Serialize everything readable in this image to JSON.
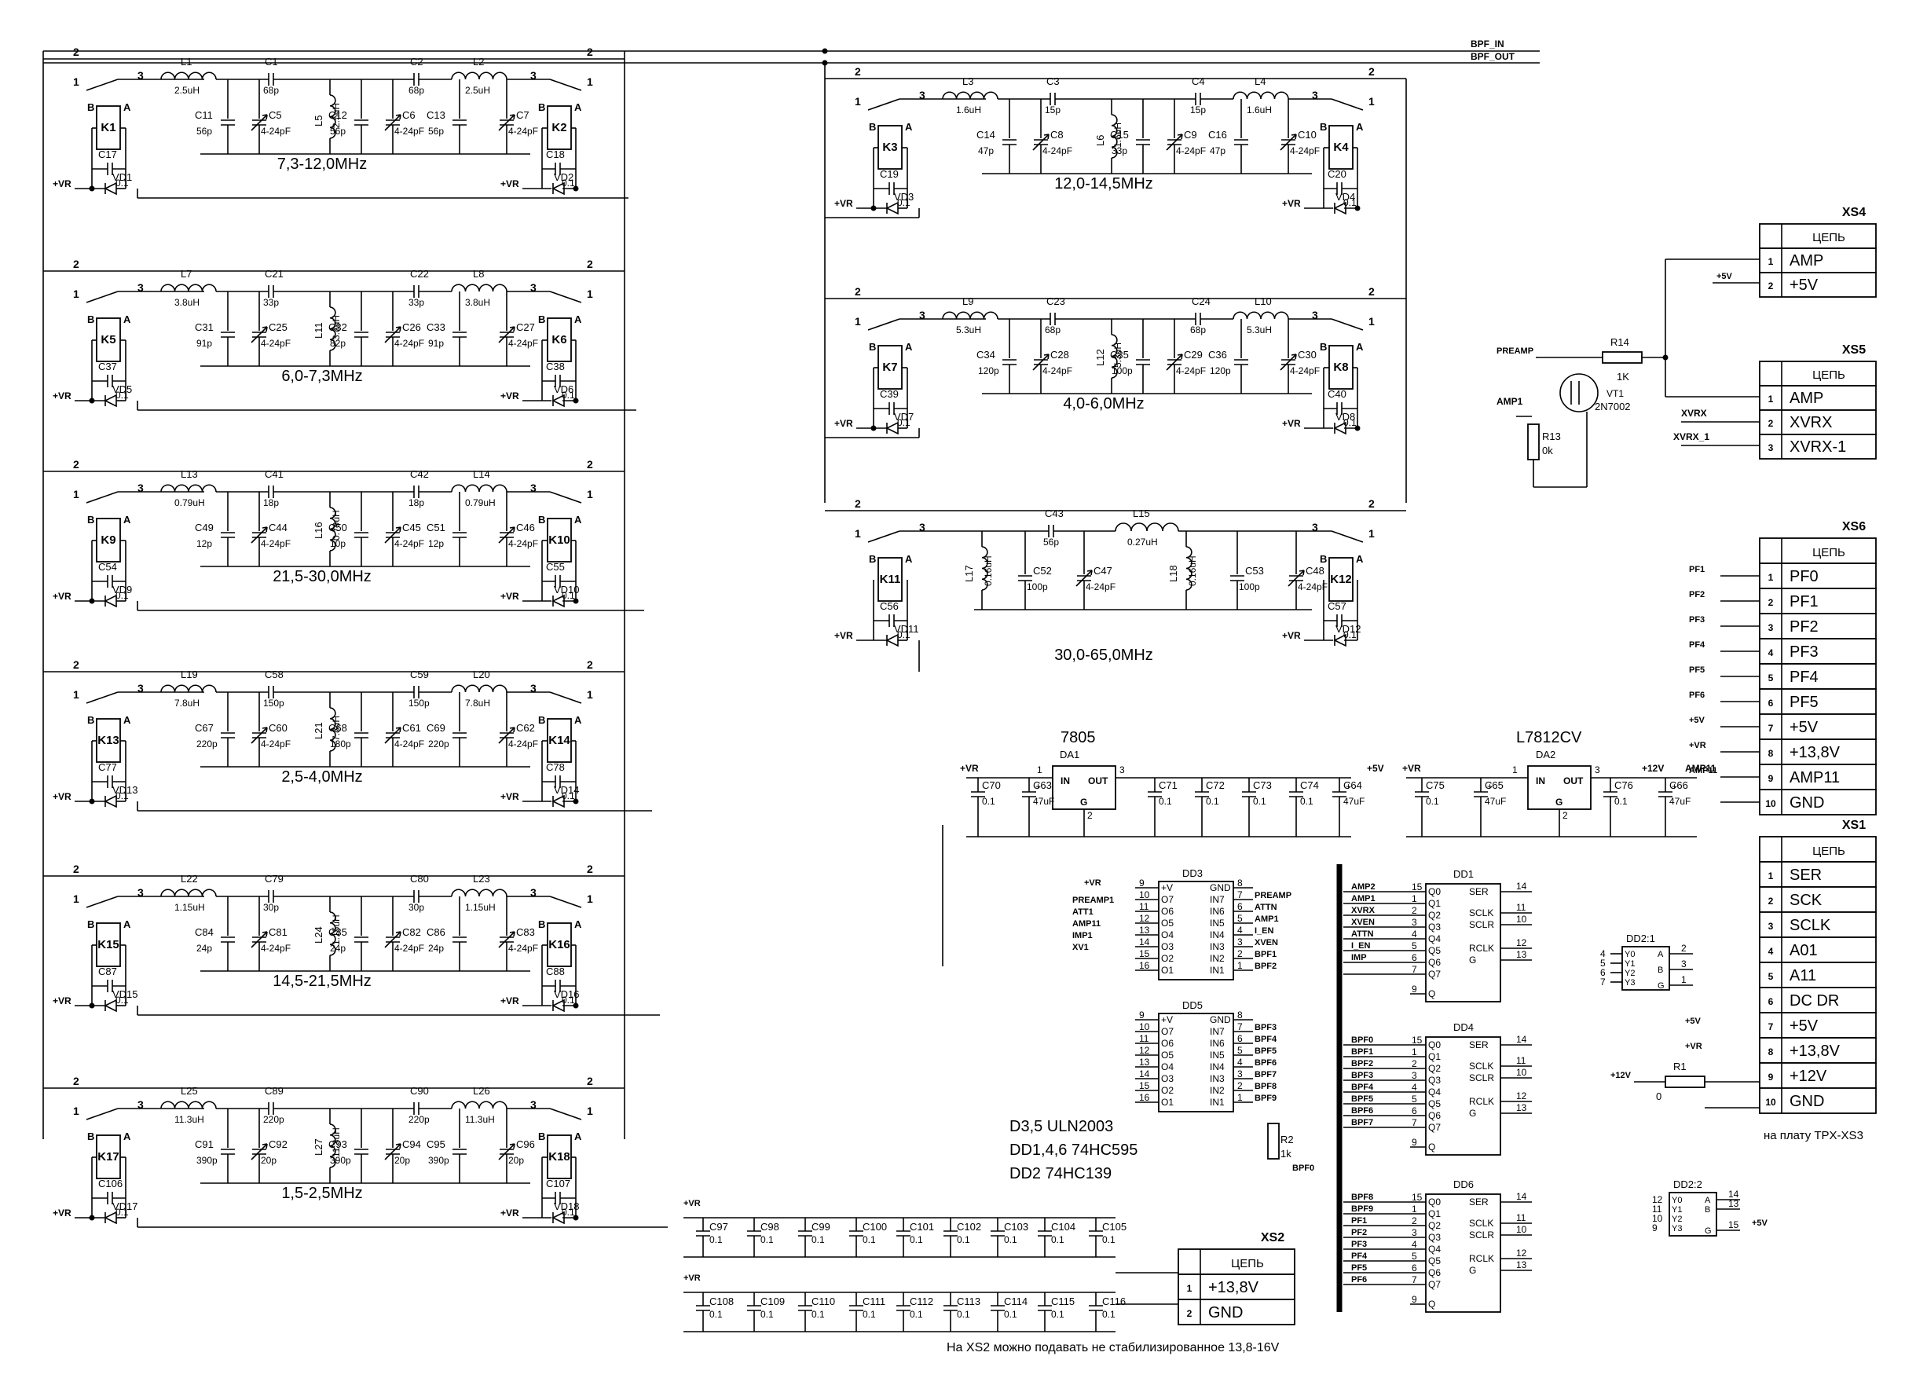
{
  "header": {
    "bpf_in": "BPF_IN",
    "bpf_out": "BPF_OUT"
  },
  "left_filters": [
    {
      "band": "7,3-12,0MHz",
      "relay_in": "K1",
      "relay_out": "K2",
      "cap_in": "C17",
      "cap_out": "C18",
      "diode_in": "VD1",
      "diode_out": "VD2",
      "l_in": "L1",
      "l_in_val": "2.5uH",
      "c_ser1": "C1",
      "c_ser1_val": "68p",
      "l_mid": "L5",
      "l_mid_val": "2.5uH",
      "c_ser2": "C2",
      "c_ser2_val": "68p",
      "l_out": "L2",
      "l_out_val": "2.5uH",
      "shunts": [
        [
          "C11",
          "56p"
        ],
        [
          "C5",
          "4-24pF"
        ],
        [
          "C12",
          "56p"
        ],
        [
          "C6",
          "4-24pF"
        ],
        [
          "C13",
          "56p"
        ],
        [
          "C7",
          "4-24pF"
        ]
      ]
    },
    {
      "band": "6,0-7,3MHz",
      "relay_in": "K5",
      "relay_out": "K6",
      "cap_in": "C37",
      "cap_out": "C38",
      "diode_in": "VD5",
      "diode_out": "VD6",
      "l_in": "L7",
      "l_in_val": "3.8uH",
      "c_ser1": "C21",
      "c_ser1_val": "33p",
      "l_mid": "L11",
      "l_mid_val": "3.8uH",
      "c_ser2": "C22",
      "c_ser2_val": "33p",
      "l_out": "L8",
      "l_out_val": "3.8uH",
      "shunts": [
        [
          "C31",
          "91p"
        ],
        [
          "C25",
          "4-24pF"
        ],
        [
          "C32",
          "82p"
        ],
        [
          "C26",
          "4-24pF"
        ],
        [
          "C33",
          "91p"
        ],
        [
          "C27",
          "4-24pF"
        ]
      ]
    },
    {
      "band": "21,5-30,0MHz",
      "relay_in": "K9",
      "relay_out": "K10",
      "cap_in": "C54",
      "cap_out": "C55",
      "diode_in": "VD9",
      "diode_out": "VD10",
      "l_in": "L13",
      "l_in_val": "0.79uH",
      "c_ser1": "C41",
      "c_ser1_val": "18p",
      "l_mid": "L16",
      "l_mid_val": "0.79uH",
      "c_ser2": "C42",
      "c_ser2_val": "18p",
      "l_out": "L14",
      "l_out_val": "0.79uH",
      "shunts": [
        [
          "C49",
          "12p"
        ],
        [
          "C44",
          "4-24pF"
        ],
        [
          "C50",
          "10p"
        ],
        [
          "C45",
          "4-24pF"
        ],
        [
          "C51",
          "12p"
        ],
        [
          "C46",
          "4-24pF"
        ]
      ]
    },
    {
      "band": "2,5-4,0MHz",
      "relay_in": "K13",
      "relay_out": "K14",
      "cap_in": "C77",
      "cap_out": "C78",
      "diode_in": "VD13",
      "diode_out": "VD14",
      "l_in": "L19",
      "l_in_val": "7.8uH",
      "c_ser1": "C58",
      "c_ser1_val": "150p",
      "l_mid": "L21",
      "l_mid_val": "7.8uH",
      "c_ser2": "C59",
      "c_ser2_val": "150p",
      "l_out": "L20",
      "l_out_val": "7.8uH",
      "shunts": [
        [
          "C67",
          "220p"
        ],
        [
          "C60",
          "4-24pF"
        ],
        [
          "C68",
          "180p"
        ],
        [
          "C61",
          "4-24pF"
        ],
        [
          "C69",
          "220p"
        ],
        [
          "C62",
          "4-24pF"
        ]
      ]
    },
    {
      "band": "14,5-21,5MHz",
      "relay_in": "K15",
      "relay_out": "K16",
      "cap_in": "C87",
      "cap_out": "C88",
      "diode_in": "VD15",
      "diode_out": "VD16",
      "l_in": "L22",
      "l_in_val": "1.15uH",
      "c_ser1": "C79",
      "c_ser1_val": "30p",
      "l_mid": "L24",
      "l_mid_val": "1.15uH",
      "c_ser2": "C80",
      "c_ser2_val": "30p",
      "l_out": "L23",
      "l_out_val": "1.15uH",
      "shunts": [
        [
          "C84",
          "24p"
        ],
        [
          "C81",
          "4-24pF"
        ],
        [
          "C85",
          "24p"
        ],
        [
          "C82",
          "4-24pF"
        ],
        [
          "C86",
          "24p"
        ],
        [
          "C83",
          "4-24pF"
        ]
      ]
    },
    {
      "band": "1,5-2,5MHz",
      "relay_in": "K17",
      "relay_out": "K18",
      "cap_in": "C106",
      "cap_out": "C107",
      "diode_in": "VD17",
      "diode_out": "VD18",
      "l_in": "L25",
      "l_in_val": "11.3uH",
      "c_ser1": "C89",
      "c_ser1_val": "220p",
      "l_mid": "L27",
      "l_mid_val": "11.3uH",
      "c_ser2": "C90",
      "c_ser2_val": "220p",
      "l_out": "L26",
      "l_out_val": "11.3uH",
      "shunts": [
        [
          "C91",
          "390p"
        ],
        [
          "C92",
          "20p"
        ],
        [
          "C93",
          "390p"
        ],
        [
          "C94",
          "20p"
        ],
        [
          "C95",
          "390p"
        ],
        [
          "C96",
          "20p"
        ]
      ]
    }
  ],
  "right_filters": [
    {
      "band": "12,0-14,5MHz",
      "relay_in": "K3",
      "relay_out": "K4",
      "cap_in": "C19",
      "cap_out": "C20",
      "diode_in": "VD3",
      "diode_out": "VD4",
      "l_in": "L3",
      "l_in_val": "1.6uH",
      "c_ser1": "C3",
      "c_ser1_val": "15p",
      "l_mid": "L6",
      "l_mid_val": "1.6uH",
      "c_ser2": "C4",
      "c_ser2_val": "15p",
      "l_out": "L4",
      "l_out_val": "1.6uH",
      "shunts": [
        [
          "C14",
          "47p"
        ],
        [
          "C8",
          "4-24pF"
        ],
        [
          "C15",
          "33p"
        ],
        [
          "C9",
          "4-24pF"
        ],
        [
          "C16",
          "47p"
        ],
        [
          "C10",
          "4-24pF"
        ]
      ]
    },
    {
      "band": "4,0-6,0MHz",
      "relay_in": "K7",
      "relay_out": "K8",
      "cap_in": "C39",
      "cap_out": "C40",
      "diode_in": "VD7",
      "diode_out": "VD8",
      "l_in": "L9",
      "l_in_val": "5.3uH",
      "c_ser1": "C23",
      "c_ser1_val": "68p",
      "l_mid": "L12",
      "l_mid_val": "5.3uH",
      "c_ser2": "C24",
      "c_ser2_val": "68p",
      "l_out": "L10",
      "l_out_val": "5.3uH",
      "shunts": [
        [
          "C34",
          "120p"
        ],
        [
          "C28",
          "4-24pF"
        ],
        [
          "C35",
          "100p"
        ],
        [
          "C29",
          "4-24pF"
        ],
        [
          "C36",
          "120p"
        ],
        [
          "C30",
          "4-24pF"
        ]
      ]
    }
  ],
  "hpf_filter": {
    "band": "30,0-65,0MHz",
    "relay_in": "K11",
    "relay_out": "K12",
    "cap_in": "C56",
    "cap_out": "C57",
    "diode_in": "VD11",
    "diode_out": "VD12",
    "c_ser": "C43",
    "c_ser_val": "56p",
    "l_ser": "L15",
    "l_ser_val": "0.27uH",
    "l_a": "L17",
    "l_a_val": "0.16uH",
    "l_b": "L18",
    "l_b_val": "0.16uH",
    "shunts": [
      [
        "C52",
        "100p"
      ],
      [
        "C47",
        "4-24pF"
      ],
      [
        "C53",
        "100p"
      ],
      [
        "C48",
        "4-24pF"
      ]
    ]
  },
  "common": {
    "vr": "+VR",
    "cap01": "0.1",
    "pin1": "1",
    "pin2": "2",
    "pin3": "3",
    "relay_b": "B",
    "relay_a": "A"
  },
  "power": {
    "reg1_title": "7805",
    "reg1_ref": "DA1",
    "reg2_title": "L7812CV",
    "reg2_ref": "DA2",
    "in": "IN",
    "out": "OUT",
    "g": "G",
    "pin3": "3",
    "pin2": "2",
    "pin1": "1",
    "vr": "+VR",
    "v5": "+5V",
    "v12": "+12V",
    "amp11": "AMP11",
    "caps": [
      [
        "C70",
        "0.1"
      ],
      [
        "C63",
        "47uF"
      ],
      [
        "C71",
        "0.1"
      ],
      [
        "C72",
        "0.1"
      ],
      [
        "C73",
        "0.1"
      ],
      [
        "C74",
        "0.1"
      ],
      [
        "C64",
        "47uF"
      ],
      [
        "C75",
        "0.1"
      ],
      [
        "C65",
        "47uF"
      ],
      [
        "C76",
        "0.1"
      ],
      [
        "C66",
        "47uF"
      ]
    ]
  },
  "amp_section": {
    "preamp": "PREAMP",
    "amp1": "AMP1",
    "r14": "R14",
    "r14_val": "1K",
    "r13": "R13",
    "r13_val": "0k",
    "vt1": "VT1",
    "vt1_type": "2N7002",
    "v5": "+5V",
    "xvrx": "XVRX",
    "xvrx1": "XVRX_1"
  },
  "connectors": {
    "xs4": {
      "title": "XS4",
      "header": "ЦЕПЬ",
      "rows": [
        [
          "1",
          "AMP"
        ],
        [
          "2",
          "+5V"
        ]
      ]
    },
    "xs5": {
      "title": "XS5",
      "header": "ЦЕПЬ",
      "rows": [
        [
          "1",
          "AMP"
        ],
        [
          "2",
          "XVRX"
        ],
        [
          "3",
          "XVRX-1"
        ]
      ]
    },
    "xs6": {
      "title": "XS6",
      "header": "ЦЕПЬ",
      "rows": [
        [
          "1",
          "PF0"
        ],
        [
          "2",
          "PF1"
        ],
        [
          "3",
          "PF2"
        ],
        [
          "4",
          "PF3"
        ],
        [
          "5",
          "PF4"
        ],
        [
          "6",
          "PF5"
        ],
        [
          "7",
          "+5V"
        ],
        [
          "8",
          "+13,8V"
        ],
        [
          "9",
          "AMP11"
        ],
        [
          "10",
          "GND"
        ]
      ],
      "nets": [
        "PF1",
        "PF2",
        "PF3",
        "PF4",
        "PF5",
        "PF6",
        "+5V",
        "+VR",
        "AMP11",
        ""
      ]
    },
    "xs1": {
      "title": "XS1",
      "header": "ЦЕПЬ",
      "rows": [
        [
          "1",
          "SER"
        ],
        [
          "2",
          "SCK"
        ],
        [
          "3",
          "SCLK"
        ],
        [
          "4",
          "A01"
        ],
        [
          "5",
          "A11"
        ],
        [
          "6",
          "DC DR"
        ],
        [
          "7",
          "+5V"
        ],
        [
          "8",
          "+13,8V"
        ],
        [
          "9",
          "+12V"
        ],
        [
          "10",
          "GND"
        ]
      ],
      "note": "на  плату TPX-XS3"
    },
    "xs2": {
      "title": "XS2",
      "header": "ЦЕПЬ",
      "rows": [
        [
          "1",
          "+13,8V"
        ],
        [
          "2",
          "GND"
        ]
      ]
    }
  },
  "uln": {
    "dd3": {
      "ref": "DD3",
      "vcc": "+V",
      "gnd": "GND",
      "vr": "+VR",
      "left": [
        [
          "9",
          "+V",
          ""
        ],
        [
          "10",
          "O7",
          "PREAMP1"
        ],
        [
          "11",
          "O6",
          "ATT1"
        ],
        [
          "12",
          "O5",
          "AMP11"
        ],
        [
          "13",
          "O4",
          "IMP1"
        ],
        [
          "14",
          "O3",
          "XV1"
        ],
        [
          "15",
          "O2",
          ""
        ],
        [
          "16",
          "O1",
          ""
        ]
      ],
      "right": [
        [
          "8",
          "GND",
          ""
        ],
        [
          "7",
          "IN7",
          "PREAMP"
        ],
        [
          "6",
          "IN6",
          "ATTN"
        ],
        [
          "5",
          "IN5",
          "AMP1"
        ],
        [
          "4",
          "IN4",
          "I_EN"
        ],
        [
          "3",
          "IN3",
          "XVEN"
        ],
        [
          "2",
          "IN2",
          "BPF1"
        ],
        [
          "1",
          "IN1",
          "BPF2"
        ]
      ]
    },
    "dd5": {
      "ref": "DD5",
      "left": [
        [
          "9",
          "+V"
        ],
        [
          "10",
          "O7"
        ],
        [
          "11",
          "O6"
        ],
        [
          "12",
          "O5"
        ],
        [
          "13",
          "O4"
        ],
        [
          "14",
          "O3"
        ],
        [
          "15",
          "O2"
        ],
        [
          "16",
          "O1"
        ]
      ],
      "right": [
        [
          "8",
          "GND",
          ""
        ],
        [
          "7",
          "IN7",
          "BPF3"
        ],
        [
          "6",
          "IN6",
          "BPF4"
        ],
        [
          "5",
          "IN5",
          "BPF5"
        ],
        [
          "4",
          "IN4",
          "BPF6"
        ],
        [
          "3",
          "IN3",
          "BPF7"
        ],
        [
          "2",
          "IN2",
          "BPF8"
        ],
        [
          "1",
          "IN1",
          "BPF9"
        ]
      ]
    },
    "r2": "R2",
    "r2_val": "1k",
    "bpf0": "BPF0"
  },
  "notes": {
    "line1": "D3,5 ULN2003",
    "line2": "DD1,4,6 74HC595",
    "line3": "DD2 74HC139",
    "xs2_note": "На XS2 можно подавать не стабилизированное 13,8-16V"
  },
  "shift_regs": [
    {
      "ref": "DD1",
      "nets": [
        "AMP2",
        "AMP1",
        "XVRX",
        "XVEN",
        "ATTN",
        "I_EN",
        "IMP",
        ""
      ]
    },
    {
      "ref": "DD4",
      "nets": [
        "BPF0",
        "BPF1",
        "BPF2",
        "BPF3",
        "BPF4",
        "BPF5",
        "BPF6",
        "BPF7"
      ]
    },
    {
      "ref": "DD6",
      "nets": [
        "BPF8",
        "BPF9",
        "PF1",
        "PF2",
        "PF3",
        "PF4",
        "PF5",
        "PF6"
      ]
    }
  ],
  "sr_pins": {
    "left_nums": [
      "15",
      "1",
      "2",
      "3",
      "4",
      "5",
      "6",
      "7",
      "9"
    ],
    "left_names": [
      "Q0",
      "Q1",
      "Q2",
      "Q3",
      "Q4",
      "Q5",
      "Q6",
      "Q7",
      "Q"
    ],
    "right_nums": [
      "14",
      "11",
      "10",
      "12",
      "13"
    ],
    "right_names": [
      "SER",
      "SCLK",
      "SCLR",
      "RCLK",
      "G"
    ]
  },
  "dd2": {
    "ref1": "DD2:1",
    "ref2": "DD2:2",
    "pins1_l": [
      [
        "4",
        "Y0"
      ],
      [
        "5",
        "Y1"
      ],
      [
        "6",
        "Y2"
      ],
      [
        "7",
        "Y3"
      ]
    ],
    "pins1_r": [
      [
        "2",
        "A"
      ],
      [
        "3",
        "B"
      ],
      [
        "1",
        "G"
      ]
    ],
    "pins2_l": [
      [
        "12",
        "Y0"
      ],
      [
        "11",
        "Y1"
      ],
      [
        "10",
        "Y2"
      ],
      [
        "9",
        "Y3"
      ]
    ],
    "pins2_r": [
      [
        "14",
        "A"
      ],
      [
        "13",
        "B"
      ],
      [
        "15",
        "G"
      ]
    ],
    "v5": "+5V"
  },
  "misc": {
    "r1": "R1",
    "r1_val": "0",
    "v12": "+12V",
    "v5": "+5V",
    "vr": "+VR"
  },
  "cap_bank": {
    "vr": "+VR",
    "row1": [
      [
        "C97",
        "0.1"
      ],
      [
        "C98",
        "0.1"
      ],
      [
        "C99",
        "0.1"
      ],
      [
        "C100",
        "0.1"
      ],
      [
        "C101",
        "0.1"
      ],
      [
        "C102",
        "0.1"
      ],
      [
        "C103",
        "0.1"
      ],
      [
        "C104",
        "0.1"
      ],
      [
        "C105",
        "0.1"
      ]
    ],
    "row2": [
      [
        "C108",
        "0.1"
      ],
      [
        "C109",
        "0.1"
      ],
      [
        "C110",
        "0.1"
      ],
      [
        "C111",
        "0.1"
      ],
      [
        "C112",
        "0.1"
      ],
      [
        "C113",
        "0.1"
      ],
      [
        "C114",
        "0.1"
      ],
      [
        "C115",
        "0.1"
      ],
      [
        "C116",
        "0.1"
      ]
    ]
  }
}
